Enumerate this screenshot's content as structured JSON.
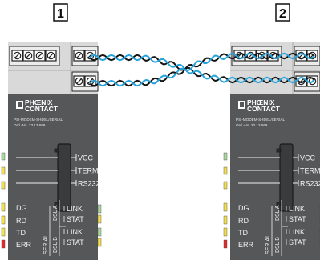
{
  "colors": {
    "housing": "#555759",
    "terminal": "#d9d9d9",
    "wire_black": "#141414",
    "wire_blue": "#27a3dc",
    "led_green": "#a8d8a0",
    "led_yellow": "#f3e04a",
    "led_red": "#e8282a"
  },
  "devices": [
    {
      "label": "1",
      "brand_line1": "PHŒNIX",
      "brand_line2": "CONTACT",
      "model_line1": "PSI-MODEM-SHDSL/SERIAL",
      "model_line2": "Ord.-No. 23  13  669",
      "signals_left": [
        "DG",
        "RD",
        "TD",
        "ERR"
      ],
      "switches": [
        "VCC",
        "TERM",
        "RS232"
      ],
      "vertical_labels": [
        "SERIAL",
        "DSL A",
        "DSL B"
      ],
      "status_right": [
        "LINK",
        "STAT",
        "LINK",
        "STAT"
      ]
    },
    {
      "label": "2",
      "brand_line1": "PHŒNIX",
      "brand_line2": "CONTACT",
      "model_line1": "PSI-MODEM-SHDSL/SERIAL",
      "model_line2": "Ord.-No. 23  13  669",
      "signals_left": [
        "DG",
        "RD",
        "TD",
        "ERR"
      ],
      "switches": [
        "VCC",
        "TERM",
        "RS232"
      ],
      "vertical_labels": [
        "SERIAL",
        "DSL A",
        "DSL B"
      ],
      "status_right": [
        "LINK",
        "STAT",
        "LINK",
        "STAT"
      ]
    }
  ]
}
